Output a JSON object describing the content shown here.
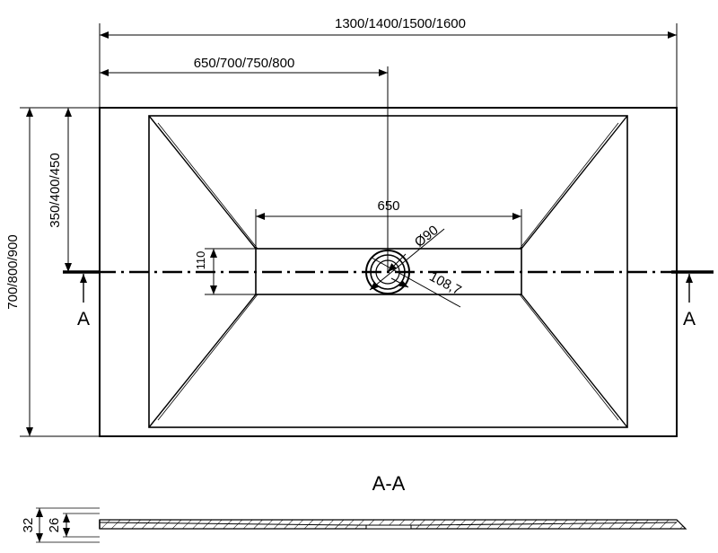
{
  "drawing": {
    "overall_length": "1300/1400/1500/1600",
    "half_length": "650/700/750/800",
    "overall_width": "700/800/900",
    "half_width": "350/400/450",
    "drain_channel_length": "650",
    "drain_channel_width": "110",
    "drain_diameter": "Ø90",
    "drain_outer": "108,7",
    "section_left": "A",
    "section_right": "A",
    "section_title": "A-A",
    "height_total": "32",
    "height_tray": "26"
  }
}
